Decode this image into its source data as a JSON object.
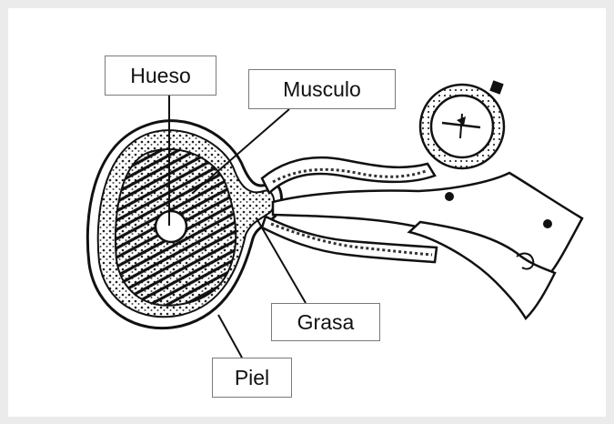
{
  "labels": {
    "hueso": "Hueso",
    "musculo": "Musculo",
    "grasa": "Grasa",
    "piel": "Piel"
  },
  "colors": {
    "background": "#ebebeb",
    "panel": "#ffffff",
    "ink": "#111111",
    "label_border": "#7a7a7a"
  }
}
